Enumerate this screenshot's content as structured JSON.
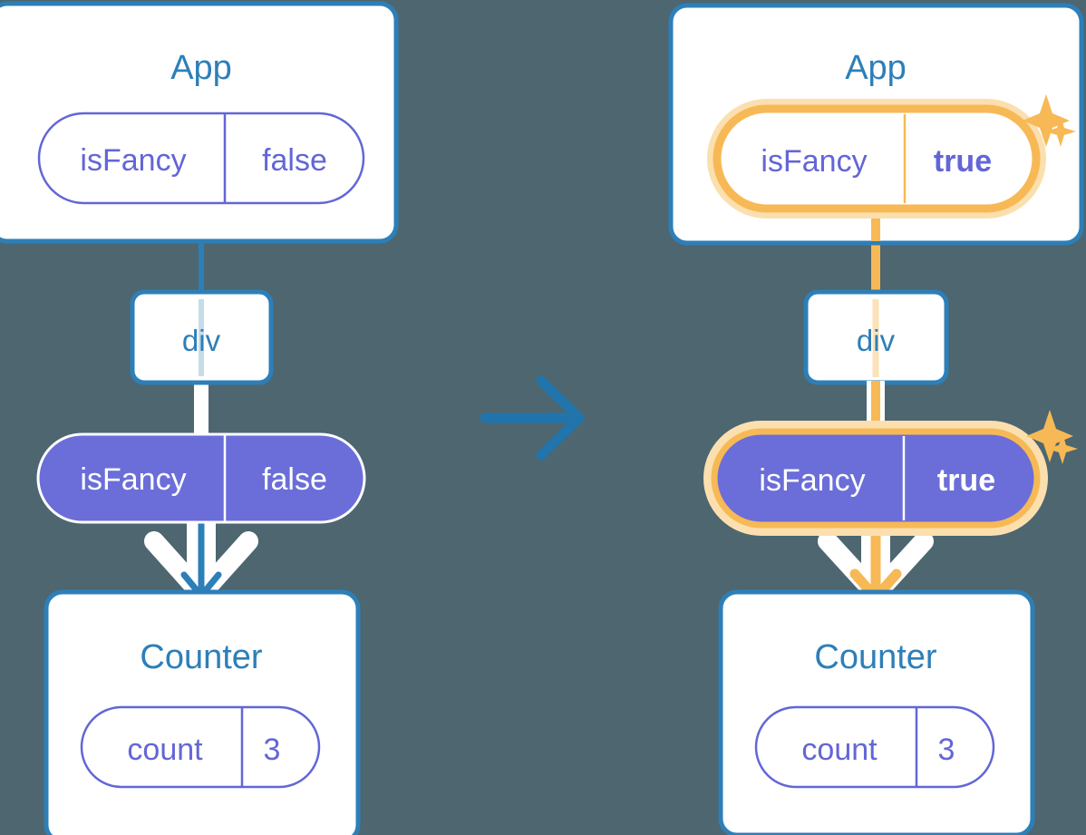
{
  "colors": {
    "background": "#4d6670",
    "panel": "#ffffff",
    "blue": "#2d7fb8",
    "purple_fill": "#6b6ed8",
    "purple_stroke": "#6366d6",
    "highlight": "#f7b955",
    "highlight_glow": "#fbdfae",
    "light_line": "#c6dcea"
  },
  "before": {
    "app_box": {
      "title": "App"
    },
    "app_prop": {
      "name": "isFancy",
      "value": "false"
    },
    "div_box": {
      "label": "div"
    },
    "prop_pill": {
      "name": "isFancy",
      "value": "false"
    },
    "counter_box": {
      "title": "Counter"
    },
    "counter_state": {
      "name": "count",
      "value": "3"
    }
  },
  "transition": {
    "icon": "arrow-right-icon"
  },
  "after": {
    "app_box": {
      "title": "App"
    },
    "app_prop": {
      "name": "isFancy",
      "value": "true",
      "highlighted": true
    },
    "div_box": {
      "label": "div"
    },
    "prop_pill": {
      "name": "isFancy",
      "value": "true",
      "highlighted": true
    },
    "counter_box": {
      "title": "Counter"
    },
    "counter_state": {
      "name": "count",
      "value": "3"
    },
    "sparkles": [
      "sparkle-large-icon",
      "sparkle-small-icon"
    ]
  }
}
